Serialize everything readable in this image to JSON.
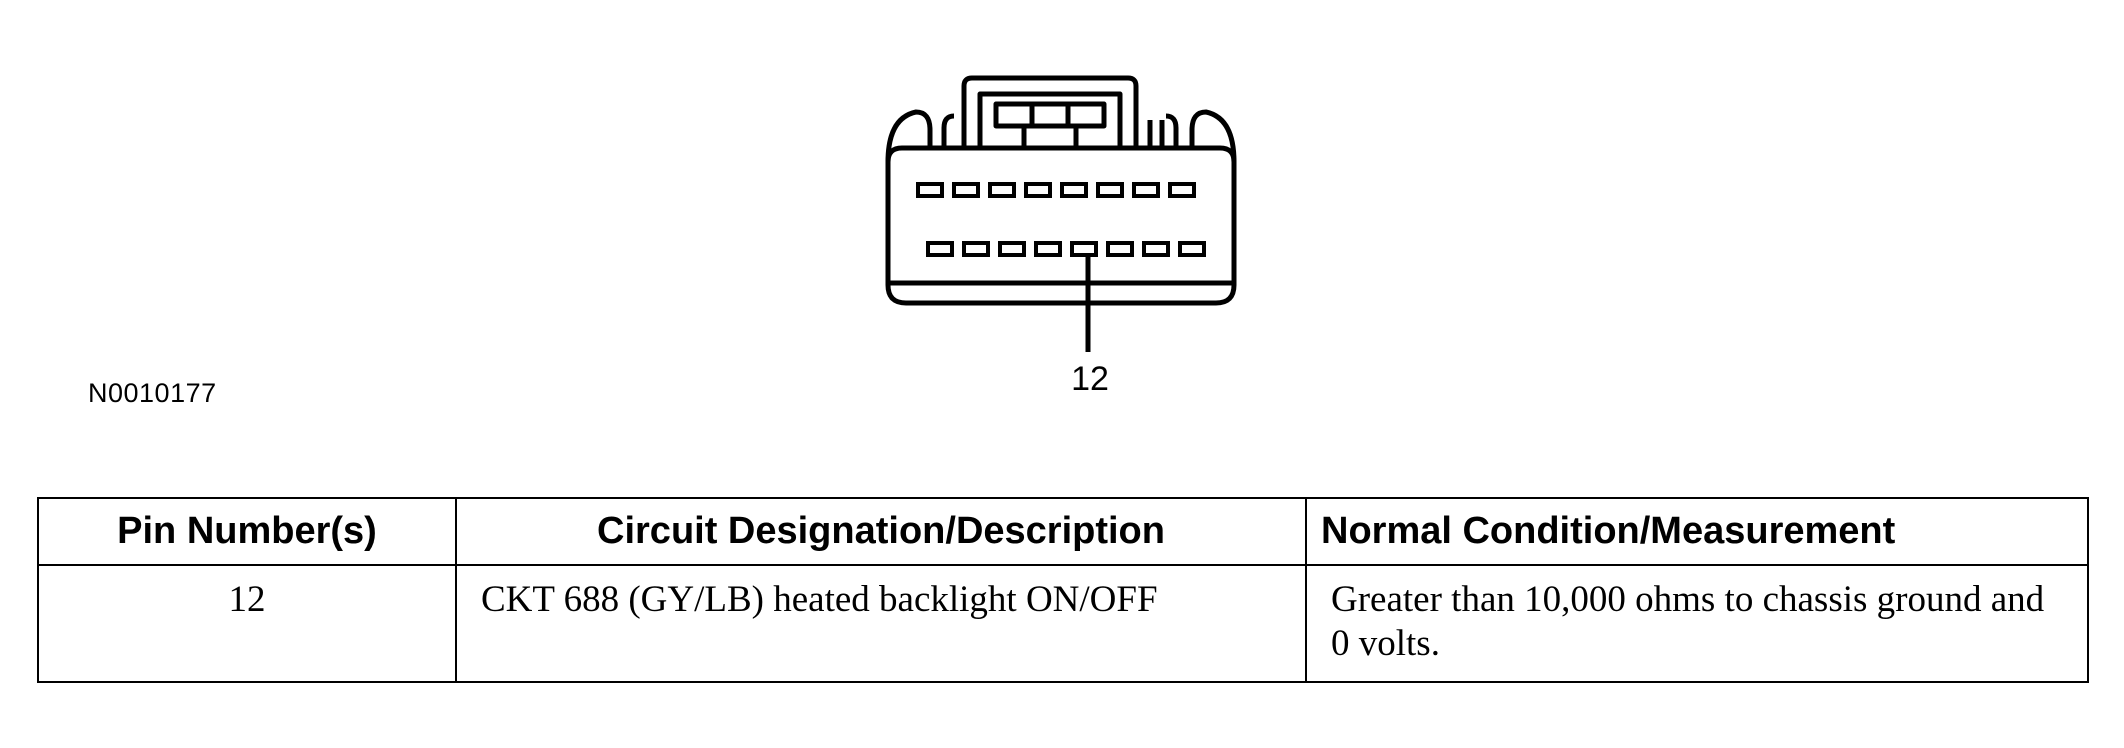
{
  "figure": {
    "id": "N0010177",
    "callout_pin": "12"
  },
  "pin_table": {
    "headers": {
      "pin": "Pin Number(s)",
      "circuit": "Circuit Designation/Description",
      "measurement": "Normal Condition/Measurement"
    },
    "rows": [
      {
        "pin": "12",
        "circuit": "CKT 688 (GY/LB) heated backlight ON/OFF",
        "measurement": "Greater than 10,000 ohms to chassis ground and 0 volts."
      }
    ]
  },
  "connector": {
    "top_row_terminals": 8,
    "bottom_row_terminals": 8,
    "line_color": "#000000"
  }
}
